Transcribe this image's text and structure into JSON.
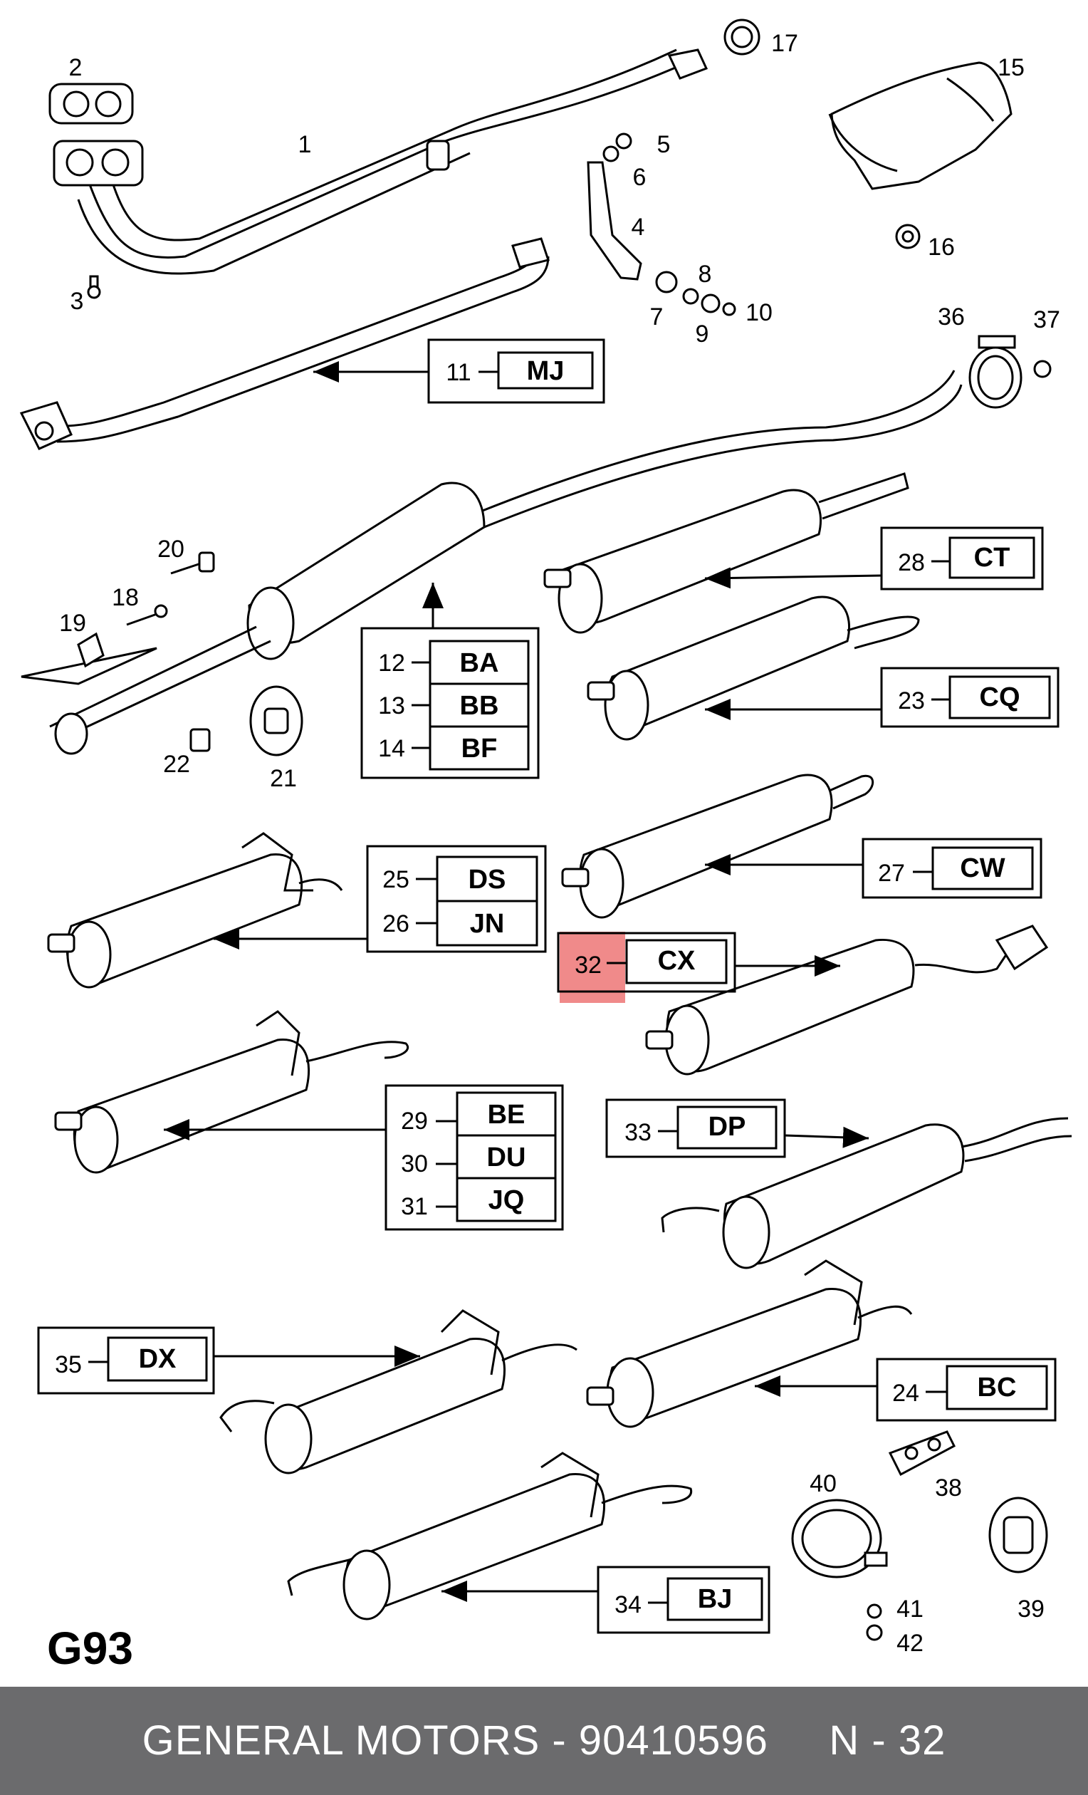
{
  "diagram_label": "G93",
  "highlight_color": "#f08a8a",
  "footer": {
    "text": "GENERAL MOTORS - 90410596     N - 32",
    "background": "#6b6b6d"
  },
  "callouts": {
    "c1": "1",
    "c2": "2",
    "c3": "3",
    "c4": "4",
    "c5": "5",
    "c6": "6",
    "c7": "7",
    "c8": "8",
    "c9": "9",
    "c10": "10",
    "c15": "15",
    "c16": "16",
    "c17": "17",
    "c18": "18",
    "c19": "19",
    "c20": "20",
    "c21": "21",
    "c22": "22",
    "c36": "36",
    "c37": "37",
    "c38": "38",
    "c39": "39",
    "c40": "40",
    "c41": "41",
    "c42": "42"
  },
  "code_boxes": {
    "b11": {
      "num": "11",
      "code": "MJ"
    },
    "b12": {
      "num": "12",
      "code": "BA"
    },
    "b13": {
      "num": "13",
      "code": "BB"
    },
    "b14": {
      "num": "14",
      "code": "BF"
    },
    "b28": {
      "num": "28",
      "code": "CT"
    },
    "b23": {
      "num": "23",
      "code": "CQ"
    },
    "b27": {
      "num": "27",
      "code": "CW"
    },
    "b25": {
      "num": "25",
      "code": "DS"
    },
    "b26": {
      "num": "26",
      "code": "JN"
    },
    "b32": {
      "num": "32",
      "code": "CX"
    },
    "b29": {
      "num": "29",
      "code": "BE"
    },
    "b30": {
      "num": "30",
      "code": "DU"
    },
    "b31": {
      "num": "31",
      "code": "JQ"
    },
    "b33": {
      "num": "33",
      "code": "DP"
    },
    "b35": {
      "num": "35",
      "code": "DX"
    },
    "b24": {
      "num": "24",
      "code": "BC"
    },
    "b34": {
      "num": "34",
      "code": "BJ"
    }
  }
}
